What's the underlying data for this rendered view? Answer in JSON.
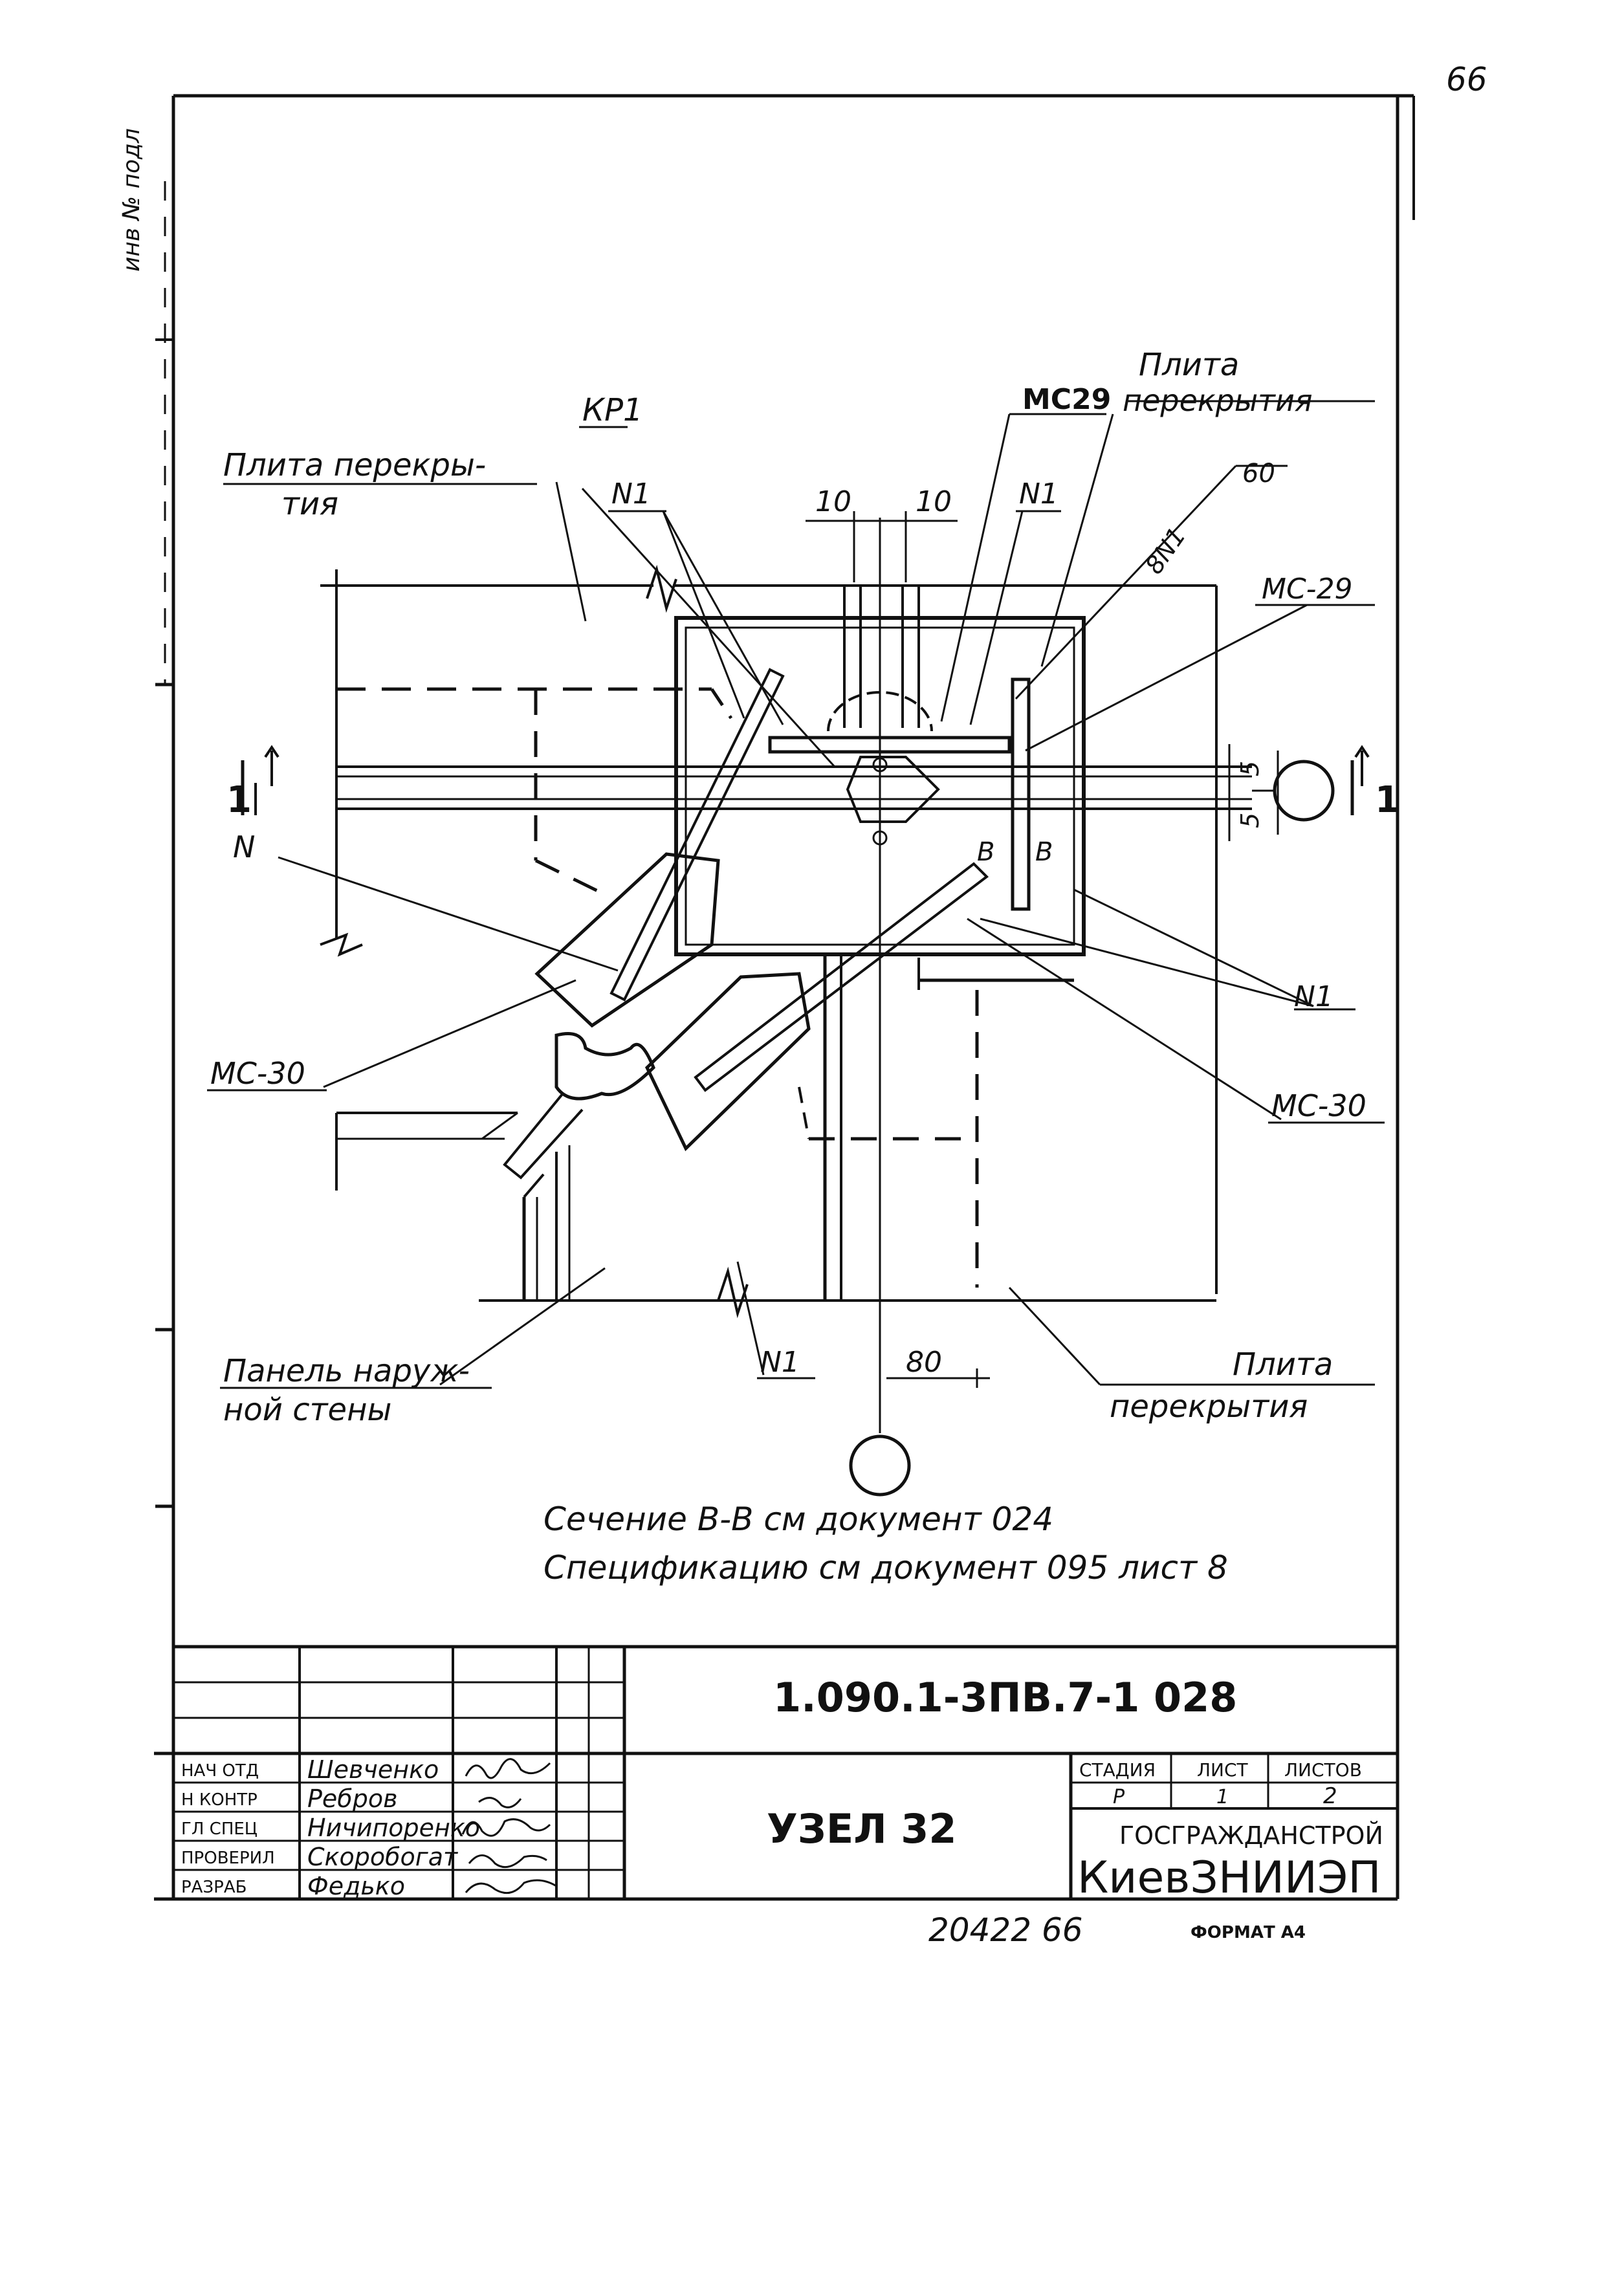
{
  "page_number": "66",
  "margin_note": "инв № подл",
  "labels": {
    "kp1": "КР1",
    "mc29_top": "МС29",
    "plita_right_top_1": "Плита",
    "plita_right_top_2": "перекрытия",
    "plita_left_1": "Плита перекры-",
    "plita_left_2": "тия",
    "n1_left": "N1",
    "n1_center": "N1",
    "dim_10_left": "10",
    "dim_10_right": "10",
    "dim_60": "60",
    "n1_diag": "8N1",
    "mc29_right": "МС-29",
    "section_1_left": "1",
    "section_1_right": "1",
    "dim_5_top": "5",
    "dim_5_bot": "5",
    "b_left": "В",
    "b_right": "В",
    "n_label": "N",
    "n1_right": "N1",
    "mc30_left": "МС-30",
    "mc30_right": "МС-30",
    "panel_1": "Панель наруж-",
    "panel_2": "ной стены",
    "n1_bottom": "N1",
    "dim_80": "80",
    "plita_bottom_1": "Плита",
    "plita_bottom_2": "перекрытия"
  },
  "notes": {
    "line1": "Сечение В-В см документ 024",
    "line2": "Спецификацию см документ 095 лист 8"
  },
  "title_block": {
    "document_code": "1.090.1-3ПВ.7-1   028",
    "title": "УЗЕЛ 32",
    "stage_header": "СТАДИЯ",
    "sheet_header": "ЛИСТ",
    "sheets_header": "ЛИСТОВ",
    "stage_value": "Р",
    "sheet_value": "1",
    "sheets_value": "2",
    "org_1": "ГОСГРАЖДАНСТРОЙ",
    "org_2": "КиевЗНИИЭП",
    "roles": [
      {
        "role": "НАЧ ОТД",
        "name": "Шевченко"
      },
      {
        "role": "Н КОНТР",
        "name": "Ребров"
      },
      {
        "role": "ГЛ СПЕЦ",
        "name": "Ничипоренко"
      },
      {
        "role": "ПРОВЕРИЛ",
        "name": "Скоробогат"
      },
      {
        "role": "РАЗРАБ",
        "name": "Федько"
      }
    ]
  },
  "footer": {
    "inventory": "20422  66",
    "format": "ФОРМАТ А4"
  }
}
